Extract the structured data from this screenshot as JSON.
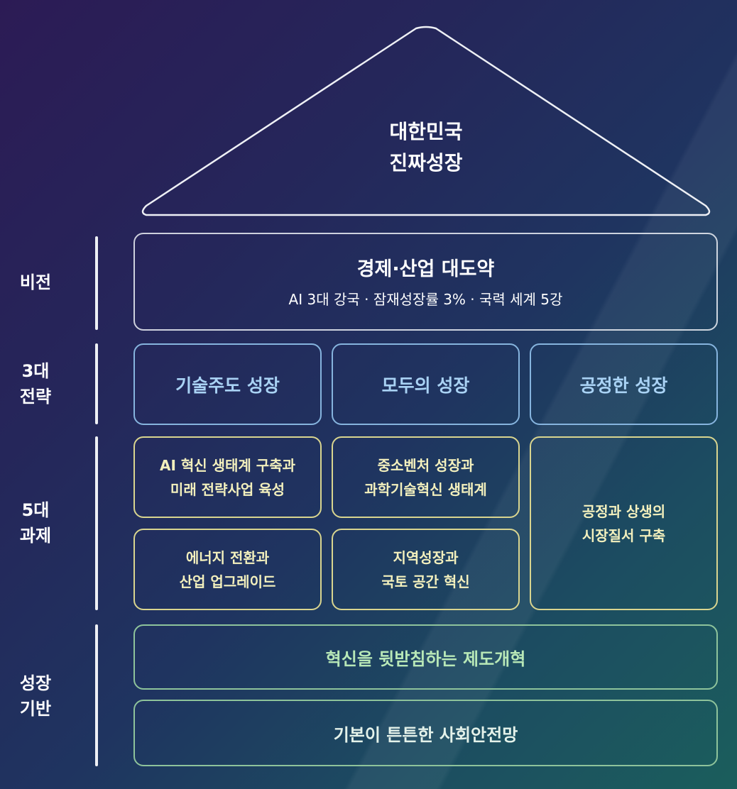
{
  "roof": {
    "line1": "대한민국",
    "line2": "진짜성장"
  },
  "vision": {
    "label": "비전",
    "title": "경제·산업 대도약",
    "subtitle": "AI 3대 강국 · 잠재성장률 3% · 국력 세계 5강"
  },
  "strategies": {
    "label_line1": "3대",
    "label_line2": "전략",
    "items": [
      "기술주도 성장",
      "모두의 성장",
      "공정한 성장"
    ]
  },
  "tasks": {
    "label_line1": "5대",
    "label_line2": "과제",
    "items": [
      {
        "line1": "AI 혁신 생태계 구축과",
        "line2": "미래 전략사업 육성"
      },
      {
        "line1": "중소벤처 성장과",
        "line2": "과학기술혁신 생태계"
      },
      {
        "line1": "공정과 상생의",
        "line2": "시장질서 구축"
      },
      {
        "line1": "에너지 전환과",
        "line2": "산업 업그레이드"
      },
      {
        "line1": "지역성장과",
        "line2": "국토 공간 혁신"
      }
    ]
  },
  "foundation": {
    "label_line1": "성장",
    "label_line2": "기반",
    "items": [
      "혁신을 뒷받침하는 제도개혁",
      "기본이 튼튼한 사회안전망"
    ]
  },
  "colors": {
    "strategy": "#a9d2f4",
    "task": "#f3f0bd",
    "foundation_1": "#b8e8b7",
    "foundation_2": "#e4f2ea"
  }
}
